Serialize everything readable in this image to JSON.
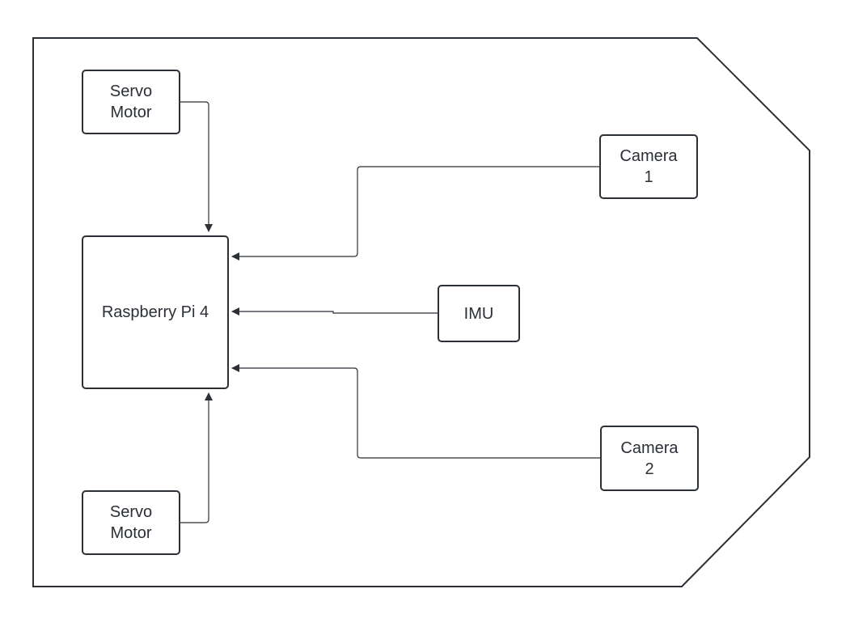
{
  "diagram": {
    "colors": {
      "stroke": "#2b2f36",
      "text": "#2b2f36",
      "background": "#ffffff"
    },
    "nodes": {
      "servo_motor_top": {
        "lines": [
          "Servo",
          "Motor"
        ]
      },
      "raspberry_pi": {
        "lines": [
          "Raspberry Pi 4"
        ]
      },
      "camera_1": {
        "lines": [
          "Camera",
          "1"
        ]
      },
      "imu": {
        "lines": [
          "IMU"
        ]
      },
      "camera_2": {
        "lines": [
          "Camera",
          "2"
        ]
      },
      "servo_motor_bottom": {
        "lines": [
          "Servo",
          "Motor"
        ]
      }
    },
    "edges": [
      {
        "from": "servo_motor_top",
        "to": "raspberry_pi"
      },
      {
        "from": "camera_1",
        "to": "raspberry_pi"
      },
      {
        "from": "imu",
        "to": "raspberry_pi"
      },
      {
        "from": "camera_2",
        "to": "raspberry_pi"
      },
      {
        "from": "servo_motor_bottom",
        "to": "raspberry_pi"
      }
    ]
  }
}
